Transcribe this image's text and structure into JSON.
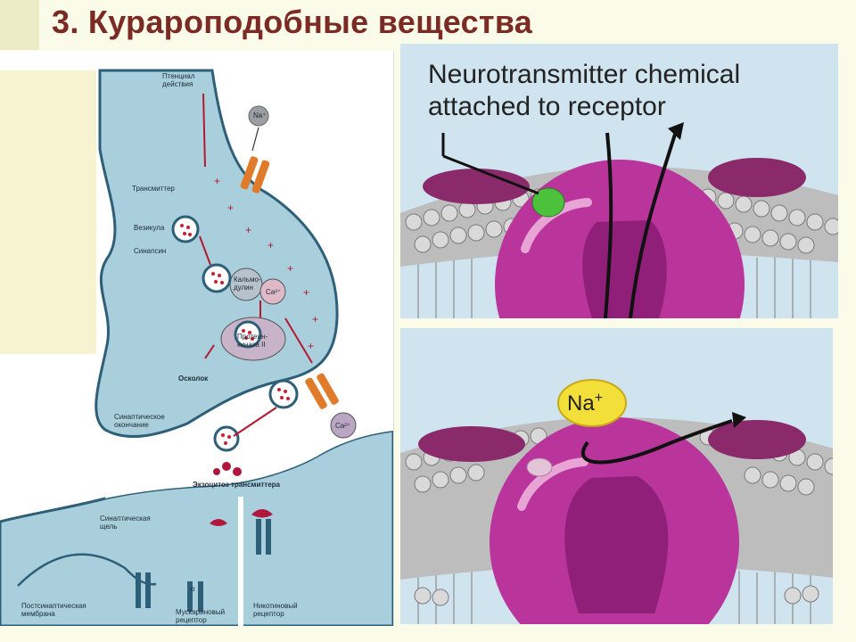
{
  "slide": {
    "title": "3. Курароподобные вещества"
  },
  "left_diagram": {
    "labels": {
      "action_potential": "Птенциал\nдействия",
      "na": "Na⁺",
      "transmitter": "Трансмиттер",
      "vesicle": "Везикула",
      "synapsin": "Синапсин",
      "calmodulin": "Кальмо-\nдулин",
      "ca_inside": "Ca²⁺",
      "protein_kinase": "Протеин-\nкиназа II",
      "fragment": "Осколок",
      "synaptic_ending": "Синаптическое\nокончание",
      "ca_outside": "Ca²⁺",
      "exocytosis": "Экзоцитоз трансмиттера",
      "synaptic_cleft": "Синаптическая\nщель",
      "postsynaptic_membrane": "Постсинаптическая\nмембрана",
      "alpha": "α",
      "muscarinic_receptor": "Мускариновый\nрецептор",
      "nicotinic_receptor": "Никотиновый\nрецептор"
    }
  },
  "right_top": {
    "caption": "Neurotransmitter chemical\nattached to receptor"
  },
  "right_bottom": {
    "ion": "Na",
    "ion_charge": "+"
  },
  "colors": {
    "title": "#7b2a24",
    "cell": "#a9cfdd",
    "membrane": "#2d5f78",
    "receptor": "#a4207f",
    "sky": "#cfe4ef",
    "ligand": "#4cc23c",
    "ion": "#f3df3a"
  }
}
